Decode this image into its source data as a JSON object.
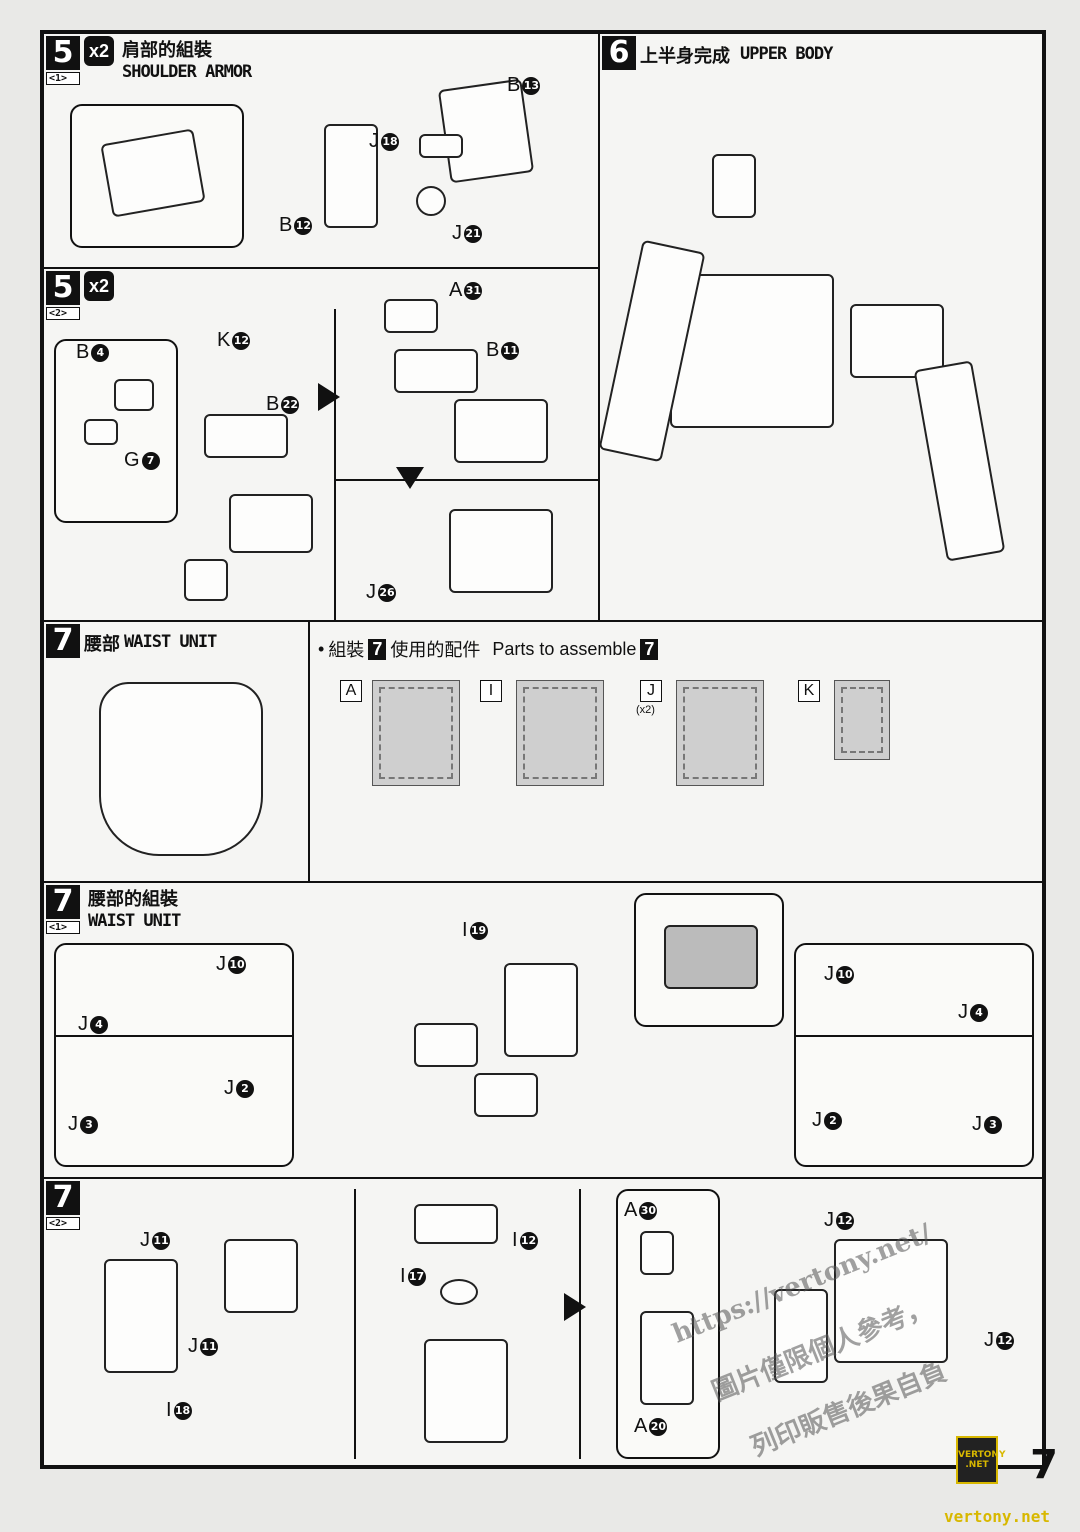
{
  "steps": {
    "s5_1": {
      "num": "5",
      "sub": "<1>",
      "badge": "x2",
      "title_jp": "肩部的組裝",
      "title_en": "SHOULDER ARMOR",
      "callouts": [
        {
          "letter": "B",
          "num": "13"
        },
        {
          "letter": "J",
          "num": "18"
        },
        {
          "letter": "B",
          "num": "12"
        },
        {
          "letter": "J",
          "num": "21"
        }
      ]
    },
    "s6": {
      "num": "6",
      "title_jp": "上半身完成",
      "title_en": "UPPER BODY"
    },
    "s5_2": {
      "num": "5",
      "sub": "<2>",
      "badge": "x2",
      "callouts": [
        {
          "letter": "B",
          "num": "4"
        },
        {
          "letter": "K",
          "num": "12"
        },
        {
          "letter": "B",
          "num": "22"
        },
        {
          "letter": "G",
          "num": "7"
        },
        {
          "letter": "A",
          "num": "31"
        },
        {
          "letter": "B",
          "num": "11"
        },
        {
          "letter": "J",
          "num": "26"
        }
      ]
    },
    "s7": {
      "num": "7",
      "title_jp": "腰部",
      "title_en": "WAIST UNIT",
      "parts_header": {
        "bullet": "•",
        "jp_a": "組裝",
        "step": "7",
        "jp_b": "使用的配件",
        "en": "Parts to assemble"
      },
      "runners": [
        {
          "label": "A",
          "qty": ""
        },
        {
          "label": "I",
          "qty": ""
        },
        {
          "label": "J",
          "qty": "(x2)"
        },
        {
          "label": "K",
          "qty": ""
        }
      ]
    },
    "s7_1": {
      "num": "7",
      "sub": "<1>",
      "title_jp": "腰部的組裝",
      "title_en": "WAIST UNIT",
      "callouts": [
        {
          "letter": "I",
          "num": "19"
        },
        {
          "letter": "J",
          "num": "10"
        },
        {
          "letter": "J",
          "num": "4"
        },
        {
          "letter": "J",
          "num": "2"
        },
        {
          "letter": "J",
          "num": "3"
        },
        {
          "letter": "J",
          "num": "10"
        },
        {
          "letter": "J",
          "num": "4"
        },
        {
          "letter": "J",
          "num": "2"
        },
        {
          "letter": "J",
          "num": "3"
        }
      ]
    },
    "s7_2": {
      "num": "7",
      "sub": "<2>",
      "callouts": [
        {
          "letter": "J",
          "num": "11"
        },
        {
          "letter": "J",
          "num": "11"
        },
        {
          "letter": "I",
          "num": "18"
        },
        {
          "letter": "I",
          "num": "12"
        },
        {
          "letter": "I",
          "num": "17"
        },
        {
          "letter": "A",
          "num": "30"
        },
        {
          "letter": "A",
          "num": "20"
        },
        {
          "letter": "J",
          "num": "12"
        },
        {
          "letter": "J",
          "num": "12"
        }
      ]
    }
  },
  "watermark": {
    "line1": "https://vertony.net/",
    "line2": "圖片僅限個人參考，",
    "line3": "列印販售後果自負"
  },
  "logo": {
    "text": "VERTONY .NET"
  },
  "footer": {
    "url": "vertony.net",
    "page": "7"
  }
}
